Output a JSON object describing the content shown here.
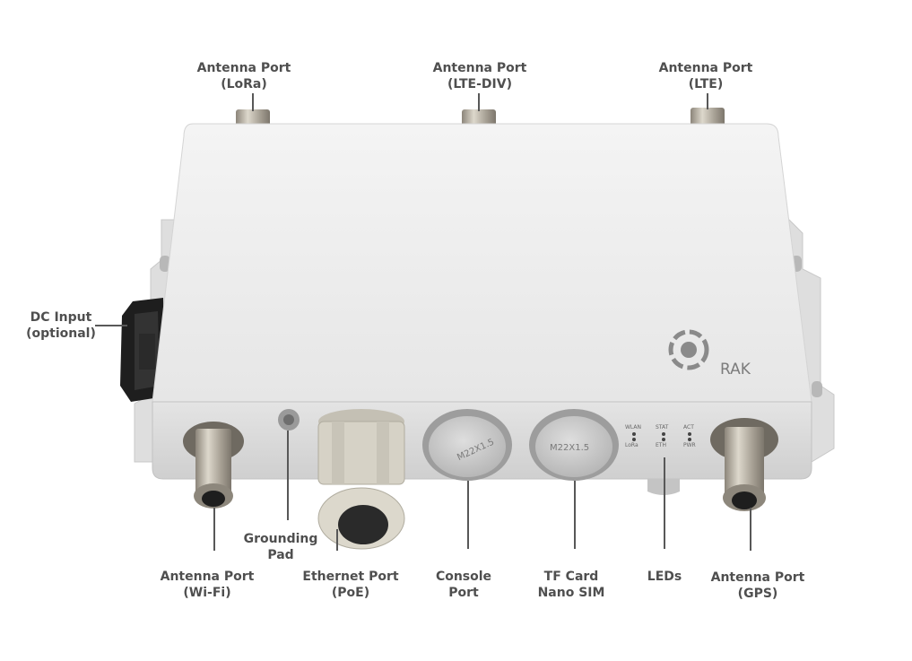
{
  "brand": {
    "logo_text": "RAK"
  },
  "device": {
    "cap_1_text": "M22X1.5",
    "cap_2_text": "M22X1.5",
    "led_labels_top": [
      "WLAN",
      "STAT",
      "ACT"
    ],
    "led_labels_bottom": [
      "LoRa",
      "ETH",
      "PWR"
    ]
  },
  "callouts": {
    "lora": {
      "line1": "Antenna Port",
      "line2": "(LoRa)"
    },
    "lte_div": {
      "line1": "Antenna Port",
      "line2": "(LTE-DIV)"
    },
    "lte": {
      "line1": "Antenna Port",
      "line2": "(LTE)"
    },
    "dc": {
      "line1": "DC Input",
      "line2": "(optional)"
    },
    "grounding": {
      "line1": "Grounding",
      "line2": "Pad"
    },
    "wifi": {
      "line1": "Antenna Port",
      "line2": "(Wi-Fi)"
    },
    "ethernet": {
      "line1": "Ethernet Port",
      "line2": "(PoE)"
    },
    "console": {
      "line1": "Console",
      "line2": "Port"
    },
    "tf": {
      "line1": "TF Card",
      "line2": "Nano SIM"
    },
    "leds": {
      "line1": "LEDs",
      "line2": ""
    },
    "gps": {
      "line1": "Antenna Port",
      "line2": "(GPS)"
    }
  },
  "colors": {
    "enclosure_top": "#eeeeee",
    "enclosure_front": "#d8d8d8",
    "label_text": "#4f4f4f",
    "metal": "#bdb7ab",
    "gland": "#dcd8cc"
  }
}
